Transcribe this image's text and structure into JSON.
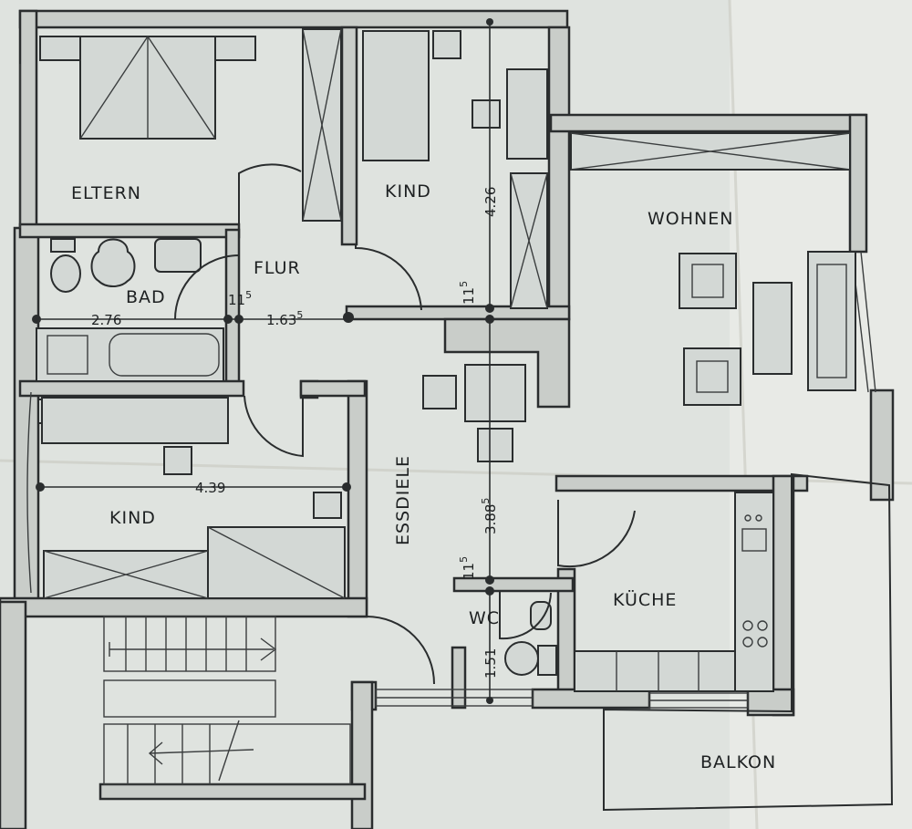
{
  "rooms": {
    "eltern": "ELTERN",
    "kind_top": "KIND",
    "wohnen": "WOHNEN",
    "flur": "FLUR",
    "bad": "BAD",
    "kind_left": "KIND",
    "essdiele": "ESSDIELE",
    "kueche": "KÜCHE",
    "wc": "WC",
    "balkon": "BALKON"
  },
  "dimensions": {
    "bad_width": "2.76",
    "wall_a": "11",
    "wall_a_sup": "5",
    "flur_width": "1.63",
    "flur_width_sup": "5",
    "kind_top_depth": "4.26",
    "wall_b": "11",
    "wall_b_sup": "5",
    "kind_left_width": "4.39",
    "essdiele_depth": "3.88",
    "essdiele_depth_sup": "5",
    "wall_c": "11",
    "wall_c_sup": "5",
    "wc_depth": "1.51"
  },
  "colors": {
    "paper": "#dfe3df",
    "ink": "#2a2d2e",
    "wall": "#c9cdc9"
  }
}
